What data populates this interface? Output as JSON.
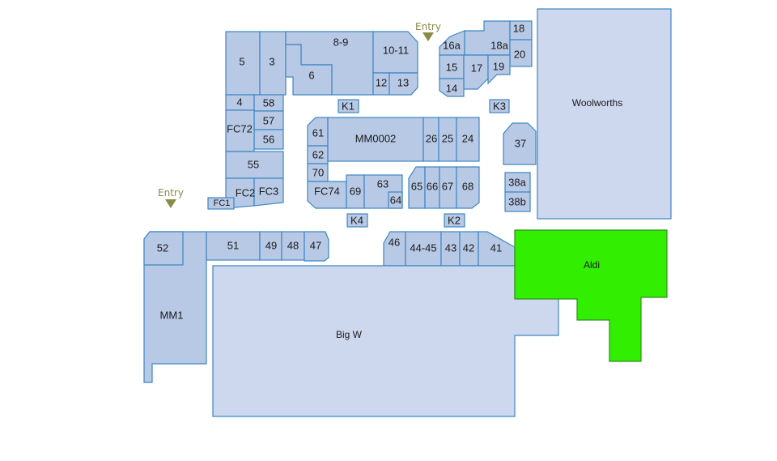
{
  "highlight_color": "#32ee00",
  "shop_fill": "#b8c9e6",
  "border_color": "#3d86c2",
  "entries": [
    "Entry",
    "Entry"
  ],
  "labels": {
    "s5": "5",
    "s3": "3",
    "s89": "8-9",
    "s1011": "10-11",
    "s6": "6",
    "s12": "12",
    "s13": "13",
    "s16a": "16a",
    "s18a": "18a",
    "s18": "18",
    "s20": "20",
    "s15": "15",
    "s17": "17",
    "s19": "19",
    "s14": "14",
    "s4": "4",
    "s58": "58",
    "s57": "57",
    "s56": "56",
    "sFC72": "FC72",
    "s55": "55",
    "sFC2": "FC2",
    "sFC3": "FC3",
    "sFC1": "FC1",
    "k1": "K1",
    "k2": "K2",
    "k3": "K3",
    "k4": "K4",
    "s61": "61",
    "s62": "62",
    "s70": "70",
    "sMM0002": "MM0002",
    "s26": "26",
    "s25": "25",
    "s24": "24",
    "sFC74": "FC74",
    "s69": "69",
    "s63": "63",
    "s64": "64",
    "s65": "65",
    "s66": "66",
    "s67": "67",
    "s68": "68",
    "s37": "37",
    "s38a": "38a",
    "s38b": "38b",
    "woolworths": "Woolworths",
    "aldi": "Aldi",
    "bigw": "Big W",
    "mm1": "MM1",
    "s52": "52",
    "s51": "51",
    "s49": "49",
    "s48": "48",
    "s47": "47",
    "s46": "46",
    "s4445": "44-45",
    "s43": "43",
    "s42": "42",
    "s41": "41"
  }
}
